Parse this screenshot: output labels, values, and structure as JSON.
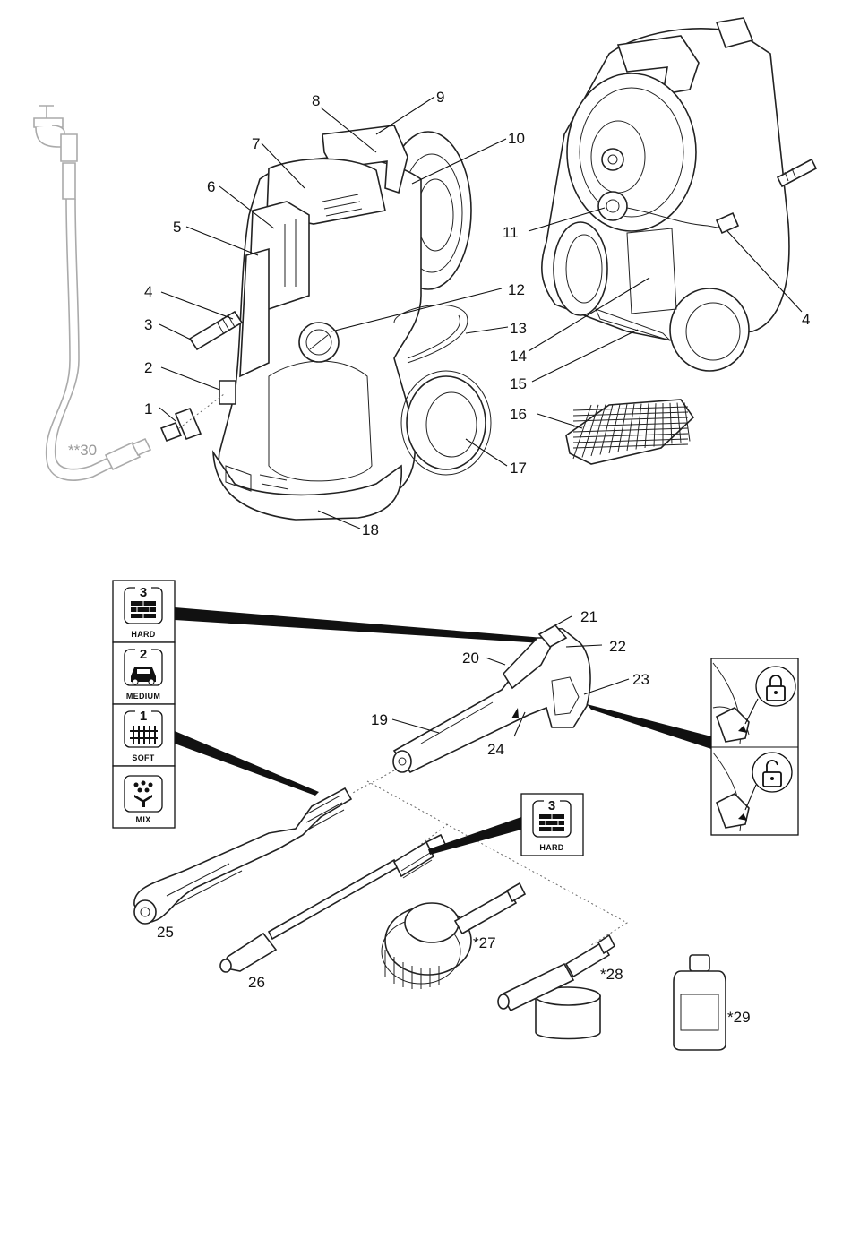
{
  "callouts": {
    "c1": "1",
    "c2": "2",
    "c3": "3",
    "c4a": "4",
    "c4b": "4",
    "c5": "5",
    "c6": "6",
    "c7": "7",
    "c8": "8",
    "c9": "9",
    "c10": "10",
    "c11": "11",
    "c12": "12",
    "c13": "13",
    "c14": "14",
    "c15": "15",
    "c16": "16",
    "c17": "17",
    "c18": "18",
    "c19": "19",
    "c20": "20",
    "c21": "21",
    "c22": "22",
    "c23": "23",
    "c24": "24",
    "c25": "25",
    "c26": "26",
    "c27": "*27",
    "c28": "*28",
    "c29": "*29",
    "c30": "**30"
  },
  "pressure_badges": [
    {
      "level": "3",
      "label": "HARD",
      "icon": "brick-wall-icon"
    },
    {
      "level": "2",
      "label": "MEDIUM",
      "icon": "car-icon"
    },
    {
      "level": "1",
      "label": "SOFT",
      "icon": "fence-icon"
    },
    {
      "level": "",
      "label": "MIX",
      "icon": "detergent-mix-icon"
    }
  ],
  "lance_badge": {
    "level": "3",
    "label": "HARD",
    "icon": "brick-wall-icon"
  },
  "lock_panel": {
    "top_icon": "padlock-closed-icon",
    "bottom_icon": "padlock-open-icon"
  }
}
